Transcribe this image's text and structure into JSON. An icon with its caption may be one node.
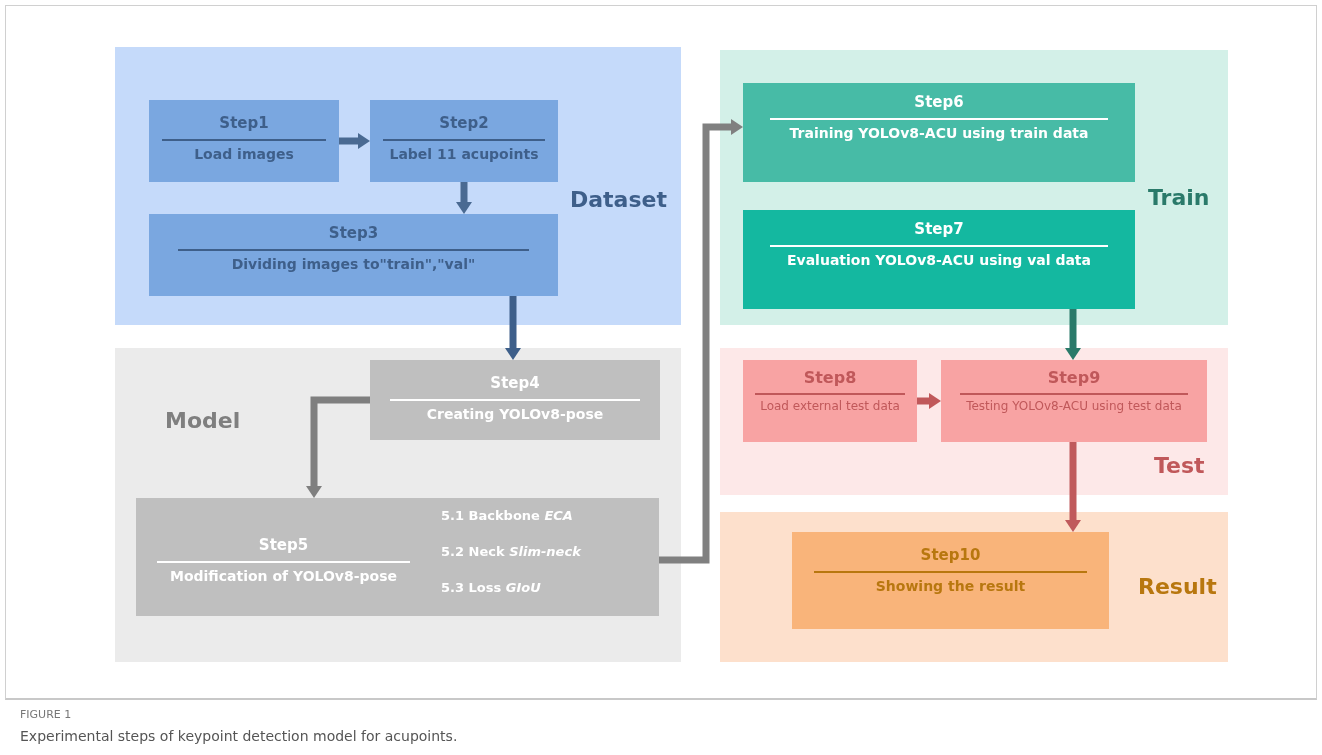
{
  "diagram": {
    "caption": "Experimental steps of keypoint detection model for acupoints.",
    "nodes": [
      {
        "text": [
          "Dataset"
        ]
      },
      {
        "text": [
          "Step1",
          "Load images"
        ],
        "in": 0
      },
      {
        "text": [
          "Step2",
          "Label 11 acupoints"
        ],
        "in": 0
      },
      {
        "text": [
          "Step3",
          "Dividing images to\"train\",\"val\""
        ],
        "in": 0
      },
      {
        "text": [
          "Model"
        ]
      },
      {
        "text": [
          "Step4",
          "Creating YOLOv8-pose"
        ],
        "in": 4
      },
      {
        "text": [
          "Step5",
          "Modification of YOLOv8-pose",
          "5.1 Backbone *ECA*",
          "5.2 Neck *Slim-neck*",
          "5.3 Loss *GIoU*"
        ],
        "in": 4
      },
      {
        "text": [
          "Train"
        ]
      },
      {
        "text": [
          "Step6",
          "Training YOLOv8-ACU using train data"
        ],
        "in": 7
      },
      {
        "text": [
          "Step7",
          "Evaluation YOLOv8-ACU using val data"
        ],
        "in": 7
      },
      {
        "text": [
          "Test"
        ]
      },
      {
        "text": [
          "Step8",
          "Load external test data"
        ],
        "in": 10
      },
      {
        "text": [
          "Step9",
          "Testing YOLOv8-ACU using test data"
        ],
        "in": 10
      },
      {
        "text": [
          "Result"
        ]
      },
      {
        "text": [
          "Step10",
          "Showing the result"
        ],
        "in": 13
      }
    ],
    "edges": [
      {
        "from": 1,
        "to": 2,
        "arrow": "to",
        "color": "#4a6a92"
      },
      {
        "from": 2,
        "to": 3,
        "arrow": "to",
        "color": "#4a6a92"
      },
      {
        "from": 3,
        "to": 5,
        "arrow": "to",
        "color": "#3e5f8a"
      },
      {
        "from": 5,
        "to": 6,
        "arrow": "to",
        "color": "#7f7f7f"
      },
      {
        "from": 6,
        "to": 8,
        "arrow": "to",
        "color": "#808080"
      },
      {
        "from": 9,
        "to": 12,
        "arrow": "to",
        "color": "#2a7a6a"
      },
      {
        "from": 11,
        "to": 12,
        "arrow": "to",
        "color": "#c0585a"
      },
      {
        "from": 12,
        "to": 14,
        "arrow": "to",
        "color": "#c05a5c"
      }
    ],
    "labels": [
      "FIGURE 1"
    ]
  }
}
